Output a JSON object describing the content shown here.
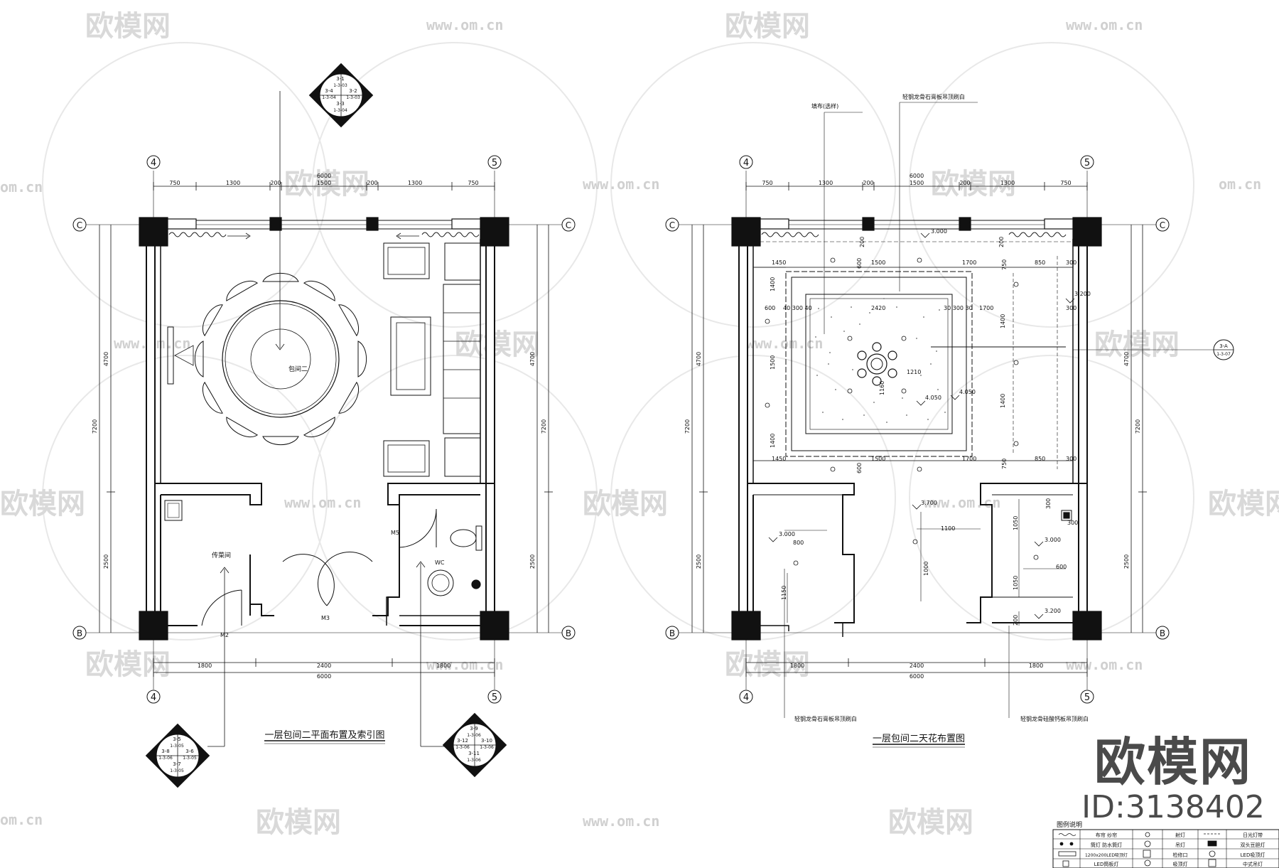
{
  "watermark": {
    "brand": "欧模网",
    "url": "www.om.cn",
    "url_short": "om.cn"
  },
  "brand_corner": {
    "name": "欧模网",
    "id": "ID:3138402"
  },
  "left_plan": {
    "title": "一层包间二平面布置及索引图",
    "room_label": "包间二",
    "pantry_label": "传菜间",
    "wc_label": "WC",
    "door_m2": "M2",
    "door_m3": "M3",
    "door_m5": "M5",
    "grid": {
      "left": "4",
      "right": "5",
      "top": "C",
      "bottom": "B"
    },
    "top_total": "6000",
    "top_dims": [
      "750",
      "1300",
      "200",
      "1500",
      "200",
      "1300",
      "750"
    ],
    "bottom_total": "6000",
    "bottom_dims": [
      "1800",
      "2400",
      "1800"
    ],
    "side_total": "7200",
    "side_dims": [
      "4700",
      "2500"
    ],
    "index_symbols": [
      {
        "cells": [
          "3-1",
          "1-3-03",
          "3-2",
          "1-3-03",
          "3-3",
          "1-3-04",
          "3-4",
          "1-3-04"
        ]
      },
      {
        "cells": [
          "3-5",
          "1-3-05",
          "3-6",
          "1-3-05",
          "3-7",
          "1-3-05",
          "3-8",
          "1-3-06"
        ]
      },
      {
        "cells": [
          "3-9",
          "1-3-06",
          "3-10",
          "1-3-06",
          "3-11",
          "1-3-06",
          "3-12",
          "1-3-06"
        ]
      }
    ]
  },
  "right_plan": {
    "title": "一层包间二天花布置图",
    "label_fabric": "填布(选样)",
    "label_gypsum_top": "轻钢龙骨石膏板吊顶刷白",
    "label_gypsum_bottom": "轻钢龙骨石膏板吊顶刷白",
    "label_calcium": "轻钢龙骨硅酸钙板吊顶刷白",
    "levels": [
      "3.000",
      "3.200",
      "4.050",
      "4.050",
      "3.700",
      "3.000",
      "3.000",
      "3.200"
    ],
    "grid": {
      "left": "4",
      "right": "5",
      "top": "C",
      "bottom": "B"
    },
    "top_total": "6000",
    "top_dims": [
      "750",
      "1300",
      "200",
      "1500",
      "200",
      "1300",
      "750"
    ],
    "bottom_total": "6000",
    "bottom_dims": [
      "1800",
      "2400",
      "1800"
    ],
    "side_total": "7200",
    "side_dims": [
      "4700",
      "2500"
    ],
    "inner_dims": {
      "a1450": "1450",
      "a1500": "1500",
      "a1700": "1700",
      "a850": "850",
      "a300": "300",
      "a2420": "2420",
      "a600": "600",
      "a1400": "1400",
      "a1210": "1210",
      "a1160": "1160",
      "a1100": "1100",
      "a800": "800",
      "a1000": "1000",
      "a1150": "1150",
      "a1050": "1050",
      "a200": "200",
      "a750": "750",
      "a40300": "40 300 40",
      "a30300": "30 300 30"
    },
    "section_mark": {
      "top": "3-A",
      "bottom": "1-3-07"
    }
  },
  "legend": {
    "title": "图例说明",
    "rows": [
      [
        "布帘 纱帘",
        "射灯",
        "日光灯带"
      ],
      [
        "筒灯 防水筒灯",
        "吊灯",
        "双头豆胆灯"
      ],
      [
        "1200x200LED吸顶灯",
        "检修口",
        "LED吸顶灯"
      ],
      [
        "LED筒板灯",
        "吸顶灯",
        "中式吊灯"
      ]
    ]
  }
}
